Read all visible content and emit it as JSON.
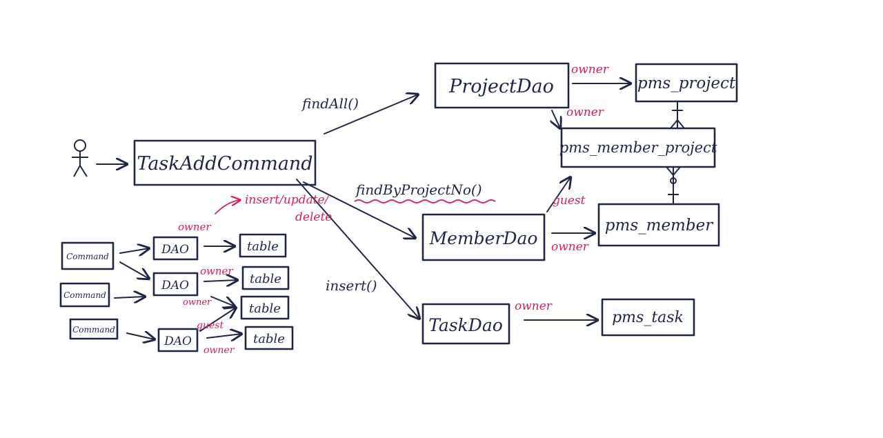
{
  "colors": {
    "ink": "#1f2547",
    "accent": "#d81e55",
    "background": "#ffffff"
  },
  "nodes": {
    "actor": "stick-figure-icon",
    "task_add_command": "TaskAddCommand",
    "project_dao": "ProjectDao",
    "member_dao": "MemberDao",
    "task_dao": "TaskDao",
    "pms_project": "pms_project",
    "pms_member_project": "pms_member_project",
    "pms_member": "pms_member",
    "pms_task": "pms_task"
  },
  "edges": {
    "find_all": "findAll()",
    "find_by_project_no": "findByProjectNo()",
    "insert": "insert()",
    "owner_project": "owner",
    "owner_member_project": "owner",
    "guest_member_project": "guest",
    "owner_member": "owner",
    "owner_task": "owner"
  },
  "legend": {
    "note_crud": "insert/update/",
    "note_delete": "delete",
    "rows": [
      {
        "command": "Command",
        "dao": "DAO",
        "table": "table",
        "owner": "owner"
      },
      {
        "command": "Command",
        "dao": "DAO",
        "table": "table",
        "owner": "owner"
      },
      {
        "command": "Command",
        "dao": "DAO",
        "table": "table",
        "owner": "owner",
        "guest": "guest",
        "table2": "table",
        "owner2": "owner"
      }
    ]
  }
}
